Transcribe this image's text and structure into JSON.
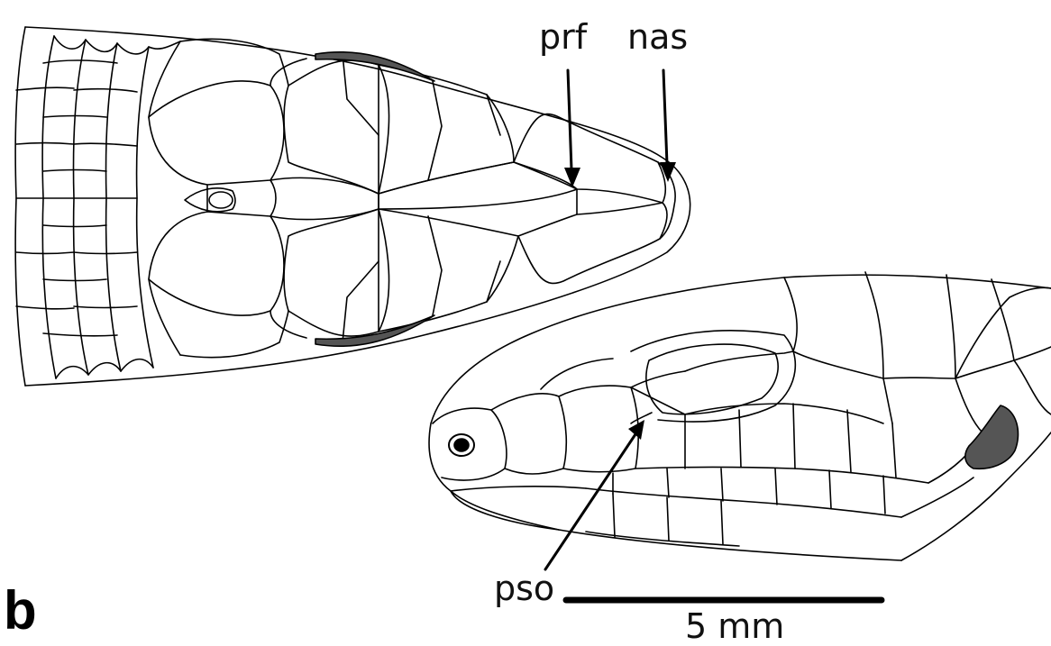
{
  "figure": {
    "panel_label": "b",
    "labels": {
      "prf": "prf",
      "nas": "nas",
      "pso": "pso"
    },
    "scale_bar": {
      "text": "5 mm"
    },
    "colors": {
      "line": "#000000",
      "fill_dark": "#555555",
      "background": "#ffffff"
    }
  }
}
